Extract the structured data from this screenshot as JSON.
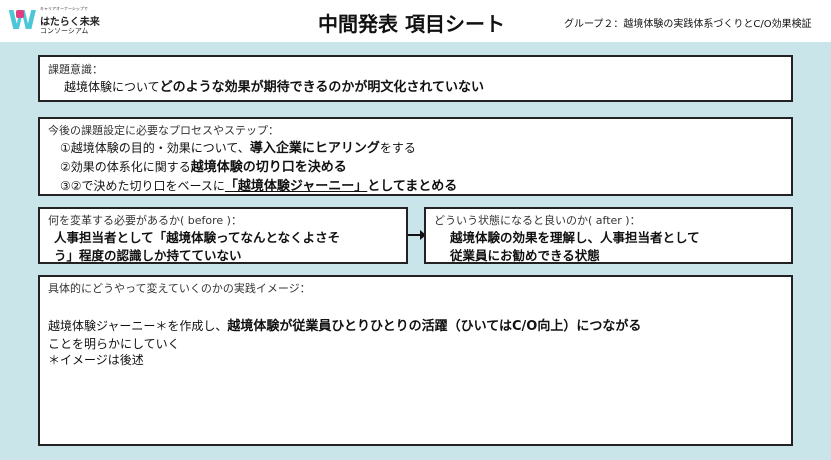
{
  "header": {
    "logo": {
      "tagline": "キャリアオーナーシップで",
      "name": "はたらく未来",
      "sub": "コンソーシアム"
    },
    "title": "中間発表 項目シート",
    "group": "グループ２：越境体験の実践体系づくりとC/O効果検証"
  },
  "issue": {
    "label": "課題意識：",
    "text_plain": "越境体験について",
    "text_bold": "どのような効果が期待できるのかが明文化されていない"
  },
  "steps": {
    "label": "今後の課題設定に必要なプロセスやステップ：",
    "s1": {
      "a": "①越境体験の目的・効果について、",
      "b": "導入企業にヒアリング",
      "c": "をする"
    },
    "s2": {
      "a": "②効果の体系化に関する",
      "b": "越境体験の切り口を決める"
    },
    "s3": {
      "a": "③②で決めた切り口をベースに",
      "b": "「越境体験ジャーニー」",
      "c": "としてまとめる"
    }
  },
  "before": {
    "label": "何を変革する必要があるか( before )：",
    "line1": "人事担当者として「越境体験ってなんとなくよさそ",
    "line2": "う」程度の認識しか持てていない"
  },
  "after": {
    "label": "どういう状態になると良いのか( after )：",
    "line1": "越境体験の効果を理解し、人事担当者として",
    "line2": "従業員にお勧めできる状態"
  },
  "practice": {
    "label": "具体的にどうやって変えていくのかの実践イメージ：",
    "a": "越境体験ジャーニー＊を作成し、",
    "b": "越境体験が従業員ひとりひとりの活躍（ひいてはC/O向上）につながる",
    "line2": "ことを明らかにしていく",
    "note": "＊イメージは後述"
  }
}
